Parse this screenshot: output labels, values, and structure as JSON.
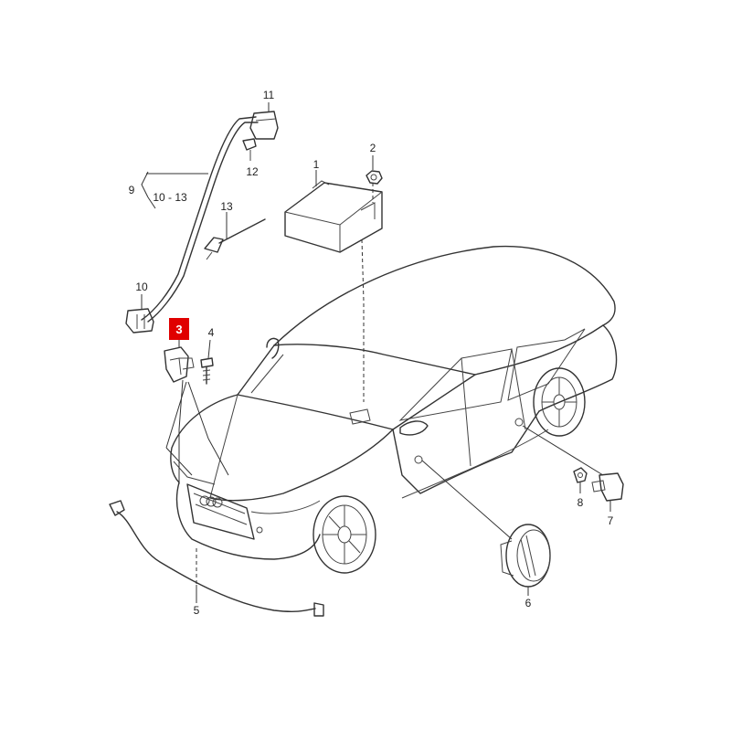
{
  "highlight_color": "#e00000",
  "callouts": {
    "c1": "1",
    "c2": "2",
    "c3": "3",
    "c4": "4",
    "c5": "5",
    "c6": "6",
    "c7": "7",
    "c8": "8",
    "c9": "9",
    "c9_range": "10 - 13",
    "c10": "10",
    "c11": "11",
    "c12": "12",
    "c13": "13"
  },
  "highlighted_callout": "3"
}
